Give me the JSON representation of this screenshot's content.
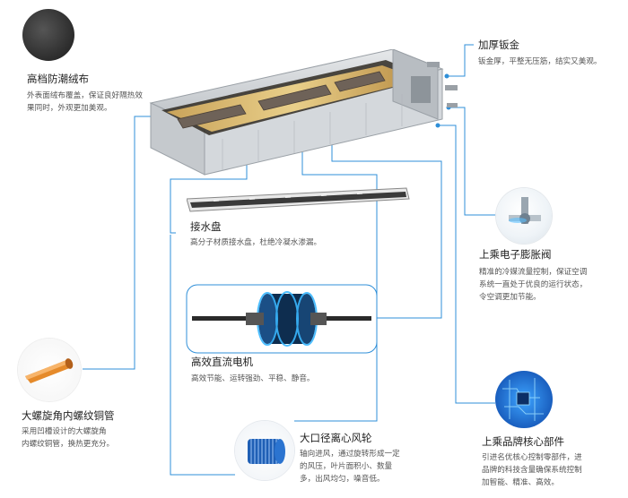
{
  "features": {
    "filter_cloth": {
      "title": "高档防潮绒布",
      "desc_lines": [
        "外表面绒布覆盖，保证良好隔热效",
        "果同时，外观更加美观。"
      ]
    },
    "sheet_metal": {
      "title": "加厚钣金",
      "desc_lines": [
        "钣金厚，平整无压筋，结实又美观。"
      ]
    },
    "drain_pan": {
      "title": "接水盘",
      "desc_lines": [
        "高分子材质接水盘，杜绝冷凝水渗漏。"
      ]
    },
    "expansion_valve": {
      "title": "上乘电子膨胀阀",
      "desc_lines": [
        "精准的冷媒流量控制，保证空调",
        "系统一直处于优良的运行状态，",
        "令空调更加节能。"
      ]
    },
    "dc_motor": {
      "title": "高效直流电机",
      "desc_lines": [
        "高效节能、运转强劲、平稳、静音。"
      ]
    },
    "copper_tube": {
      "title": "大螺旋角内螺纹铜管",
      "desc_lines": [
        "采用凹槽设计的大螺旋角",
        "内螺纹铜管，换热更充分。"
      ]
    },
    "centrifugal_fan": {
      "title": "大口径离心风轮",
      "desc_lines": [
        "轴向进风，通过旋转形成一定",
        "的风压，叶片面积小、数量",
        "多，出风均匀，噪音低。"
      ]
    },
    "core_parts": {
      "title": "上乘品牌核心部件",
      "desc_lines": [
        "引进名优核心控制零部件，进",
        "品牌的科技含量确保系统控制",
        "加智能、精准、高效。"
      ]
    }
  },
  "colors": {
    "line": "#2f8fd8",
    "dot": "#2f8fd8",
    "text": "#333333",
    "desc": "#555555"
  }
}
